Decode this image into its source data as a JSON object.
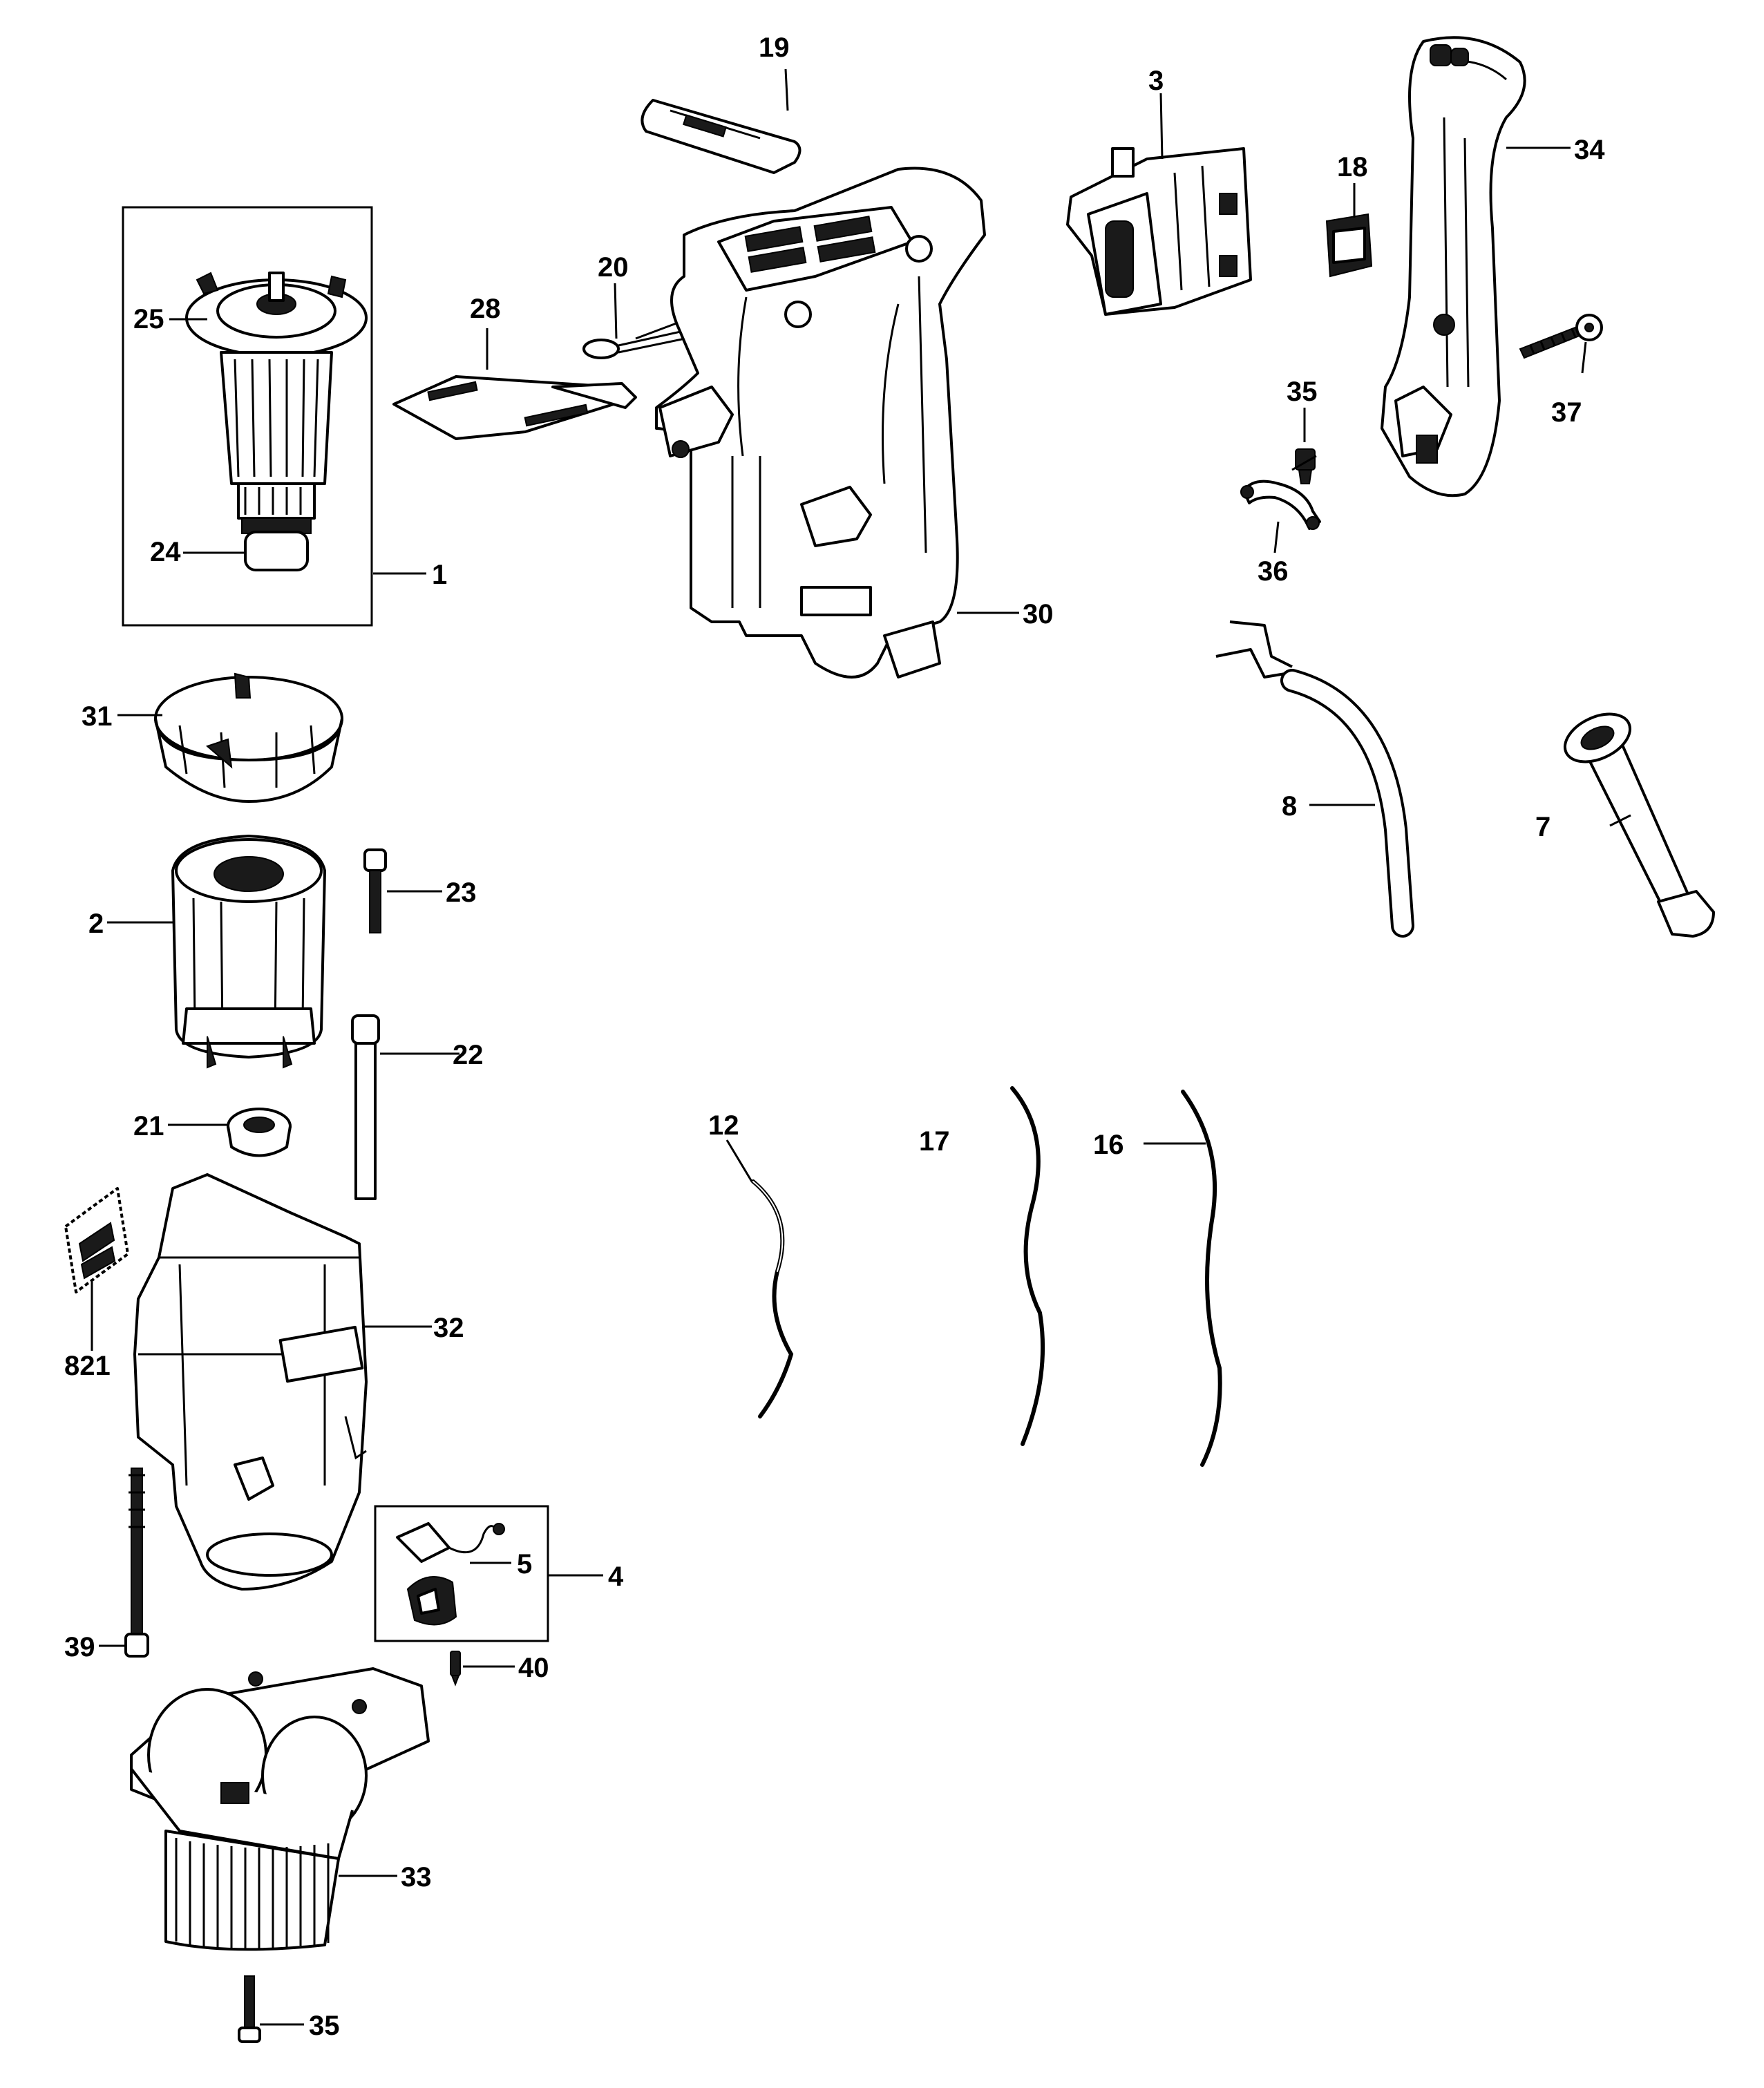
{
  "labels": {
    "p19": "19",
    "p3": "3",
    "p34": "34",
    "p18": "18",
    "p25": "25",
    "p28": "28",
    "p20": "20",
    "p35a": "35",
    "p37": "37",
    "p24": "24",
    "p1": "1",
    "p36": "36",
    "p30": "30",
    "p31": "31",
    "p8": "8",
    "p7": "7",
    "p2": "2",
    "p23": "23",
    "p22": "22",
    "p21": "21",
    "p12": "12",
    "p17": "17",
    "p16": "16",
    "p821": "821",
    "p32": "32",
    "p5": "5",
    "p4": "4",
    "p39": "39",
    "p40": "40",
    "p33": "33",
    "p35b": "35"
  }
}
